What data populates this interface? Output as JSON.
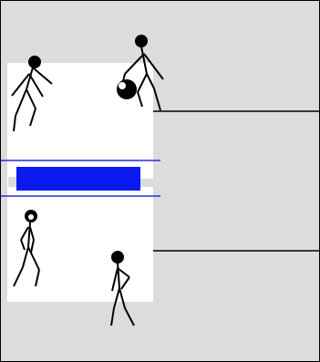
{
  "game": {
    "type": "volleyball-court-top-view",
    "colors": {
      "background": "#dcdcdc",
      "court": "#ffffff",
      "net": "#0a1af0",
      "net_lines": "#2b2bd6",
      "outline": "#000000",
      "player": "#000000",
      "ball": "#000000",
      "ball_highlight": "#ffffff"
    },
    "players": [
      {
        "id": "player-1",
        "team": "top"
      },
      {
        "id": "player-2",
        "team": "top"
      },
      {
        "id": "player-3",
        "team": "bottom"
      },
      {
        "id": "player-4",
        "team": "bottom"
      }
    ],
    "ball": {
      "id": "ball"
    }
  }
}
